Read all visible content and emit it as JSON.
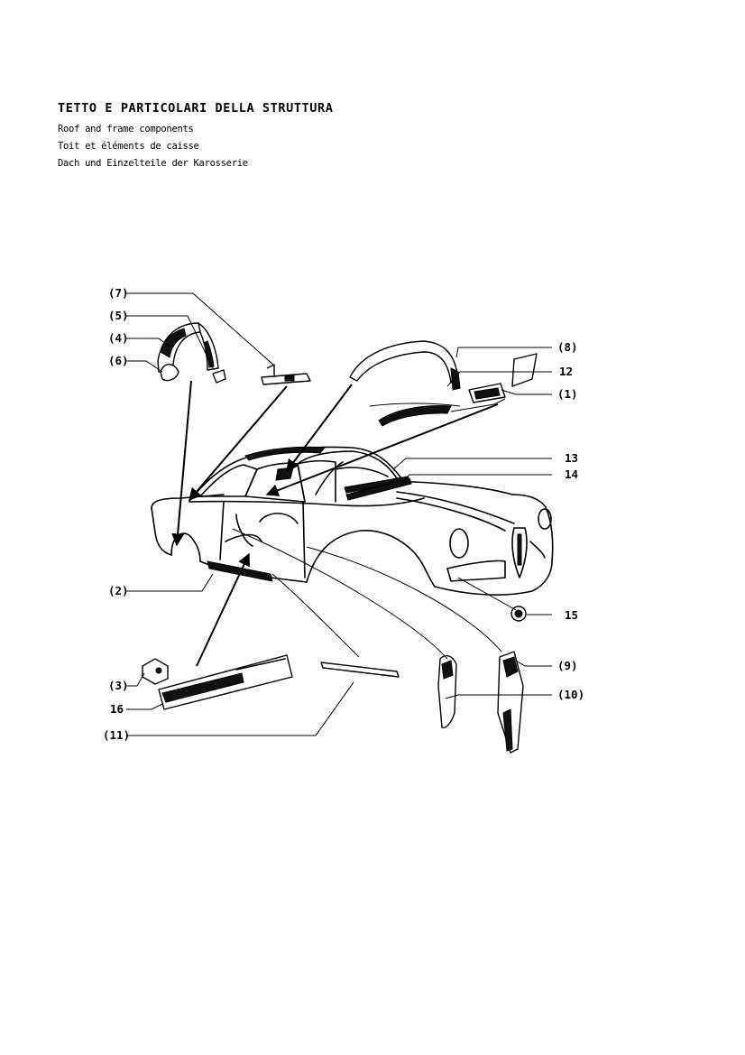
{
  "header": {
    "title": "TETTO E PARTICOLARI DELLA STRUTTURA",
    "english": "Roof and frame components",
    "french": "Toit et éléments de caisse",
    "german": "Dach und Einzelteile der Karosserie"
  },
  "callouts": {
    "c1": "(1)",
    "c2": "(2)",
    "c3": "(3)",
    "c4": "(4)",
    "c5": "(5)",
    "c6": "(6)",
    "c7": "(7)",
    "c8": "(8)",
    "c9": "(9)",
    "c10": "(10)",
    "c11": "(11)",
    "c12": "12",
    "c13": "13",
    "c14": "14",
    "c15": "15",
    "c16": "16"
  }
}
